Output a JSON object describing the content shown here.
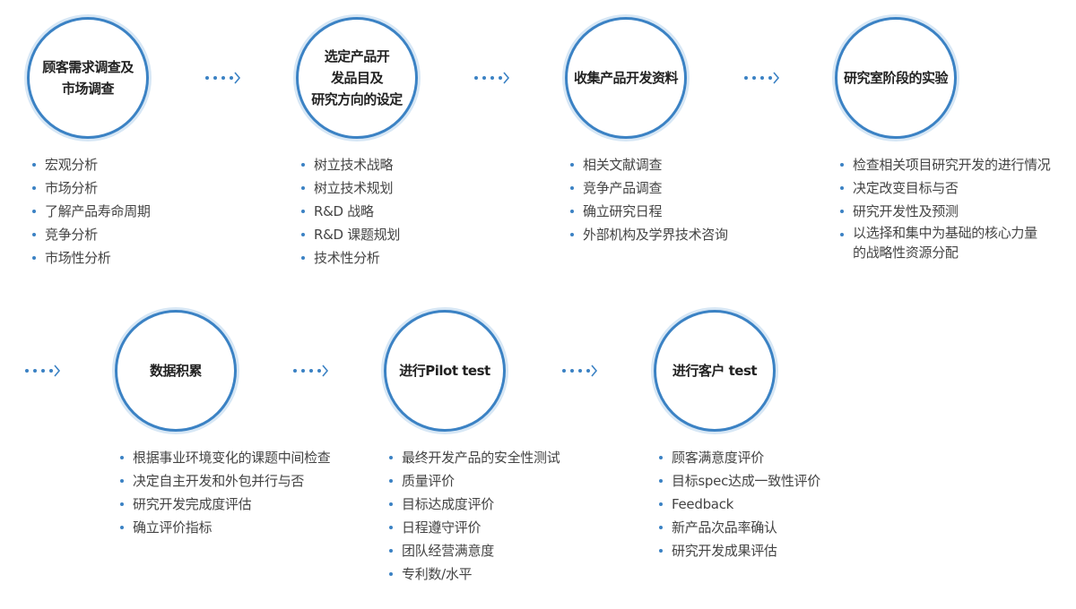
{
  "stages": [
    {
      "title": "顾客需求调查及\n市场调查",
      "items": [
        "宏观分析",
        "市场分析",
        "了解产品寿命周期",
        "竞争分析",
        "市场性分析"
      ]
    },
    {
      "title": "选定产品开\n发品目及\n研究方向的设定",
      "items": [
        "树立技术战略",
        "树立技术规划",
        "R&D 战略",
        "R&D 课题规划",
        "技术性分析"
      ]
    },
    {
      "title": "收集产品开发资料",
      "items": [
        "相关文献调查",
        "竞争产品调查",
        "确立研究日程",
        "外部机构及学界技术咨询"
      ]
    },
    {
      "title": "研究室阶段的实验",
      "items": [
        "检查相关项目研究开发的进行情况",
        "决定改变目标与否",
        "研究开发性及预测",
        "以选择和集中为基础的核心力量\n的战略性资源分配"
      ]
    },
    {
      "title": "数据积累",
      "items": [
        "根据事业环境变化的课题中间检查",
        "决定自主开发和外包并行与否",
        "研究开发完成度评估",
        "确立评价指标"
      ]
    },
    {
      "title": "进行Pilot test",
      "items": [
        "最终开发产品的安全性测试",
        "质量评价",
        "目标达成度评价",
        "日程遵守评价",
        "团队经营满意度",
        "专利数/水平"
      ]
    },
    {
      "title": "进行客户 test",
      "items": [
        "顾客满意度评价",
        "目标spec达成一致性评价",
        "Feedback",
        "新产品次品率确认",
        "研究开发成果评估"
      ]
    }
  ],
  "colors": {
    "circle_border": "#3b82c4",
    "bullet": "#3b82c4",
    "text": "#444444",
    "title": "#222222"
  }
}
